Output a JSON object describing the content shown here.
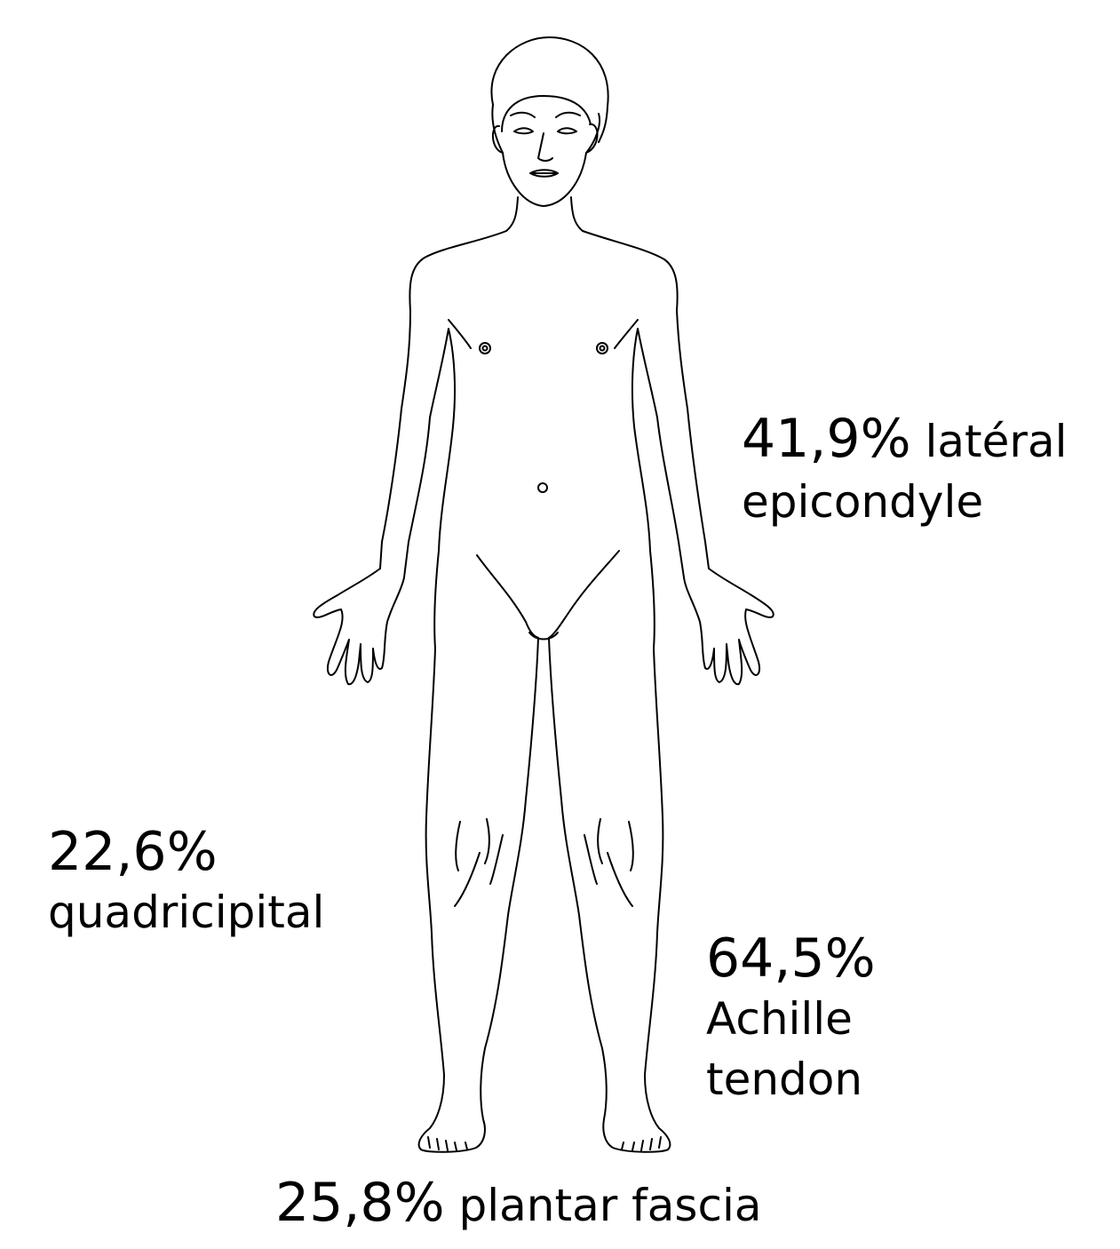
{
  "labels": {
    "lateral_epicondyle": {
      "percent": "41,9%",
      "line1": "latéral",
      "line2": "epicondyle"
    },
    "quadricipital": {
      "percent": "22,6%",
      "line1": "quadricipital"
    },
    "achilles": {
      "percent": "64,5%",
      "line1": "Achille",
      "line2": "tendon"
    },
    "plantar_fascia": {
      "percent": "25,8%",
      "line1": "plantar fascia"
    }
  },
  "colors": {
    "ink": "#000000",
    "background": "#ffffff"
  }
}
